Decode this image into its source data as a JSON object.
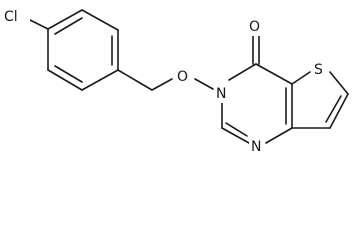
{
  "molecule": {
    "atoms": {
      "chlorine": "Cl",
      "ether_oxygen": "O",
      "ring_nitrogen_3": "N",
      "ring_nitrogen_1": "N",
      "carbonyl_oxygen": "O",
      "thiophene_sulfur": "S"
    }
  }
}
